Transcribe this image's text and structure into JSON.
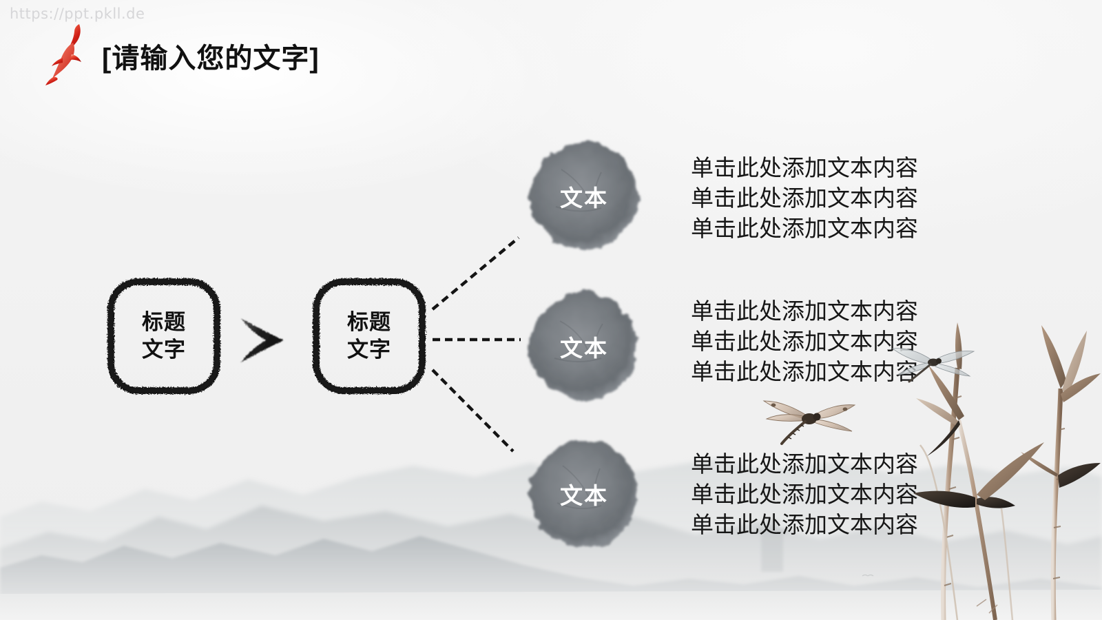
{
  "watermark": "https://ppt.pkll.de",
  "header": {
    "title": "[请输入您的文字]",
    "koi_icon": "koi-fish-icon"
  },
  "flow": {
    "boxes": [
      {
        "line1": "标题",
        "line2": "文字"
      },
      {
        "line1": "标题",
        "line2": "文字"
      }
    ],
    "arrow_icon": "brush-chevron-right-icon"
  },
  "nodes": [
    {
      "circle_label": "文本",
      "lines": [
        "单击此处添加文本内容",
        "单击此处添加文本内容",
        "单击此处添加文本内容"
      ]
    },
    {
      "circle_label": "文本",
      "lines": [
        "单击此处添加文本内容",
        "单击此处添加文本内容",
        "单击此处添加文本内容"
      ]
    },
    {
      "circle_label": "文本",
      "lines": [
        "单击此处添加文本内容",
        "单击此处添加文本内容",
        "单击此处添加文本内容"
      ]
    }
  ],
  "decor": {
    "bamboo_icon": "bamboo-branch-icon",
    "dragonfly_icon": "dragonfly-icon",
    "mountains_icon": "ink-wash-mountains-icon"
  },
  "colors": {
    "background": "#f2f2f2",
    "title_text": "#111111",
    "body_text": "#161616",
    "watermark": "#d6d6d8",
    "koi_red": "#d42a1e",
    "ink_circle": "#6e7278",
    "brush_black": "#1a1a1a",
    "bamboo_brown": "#8a6f5c"
  }
}
